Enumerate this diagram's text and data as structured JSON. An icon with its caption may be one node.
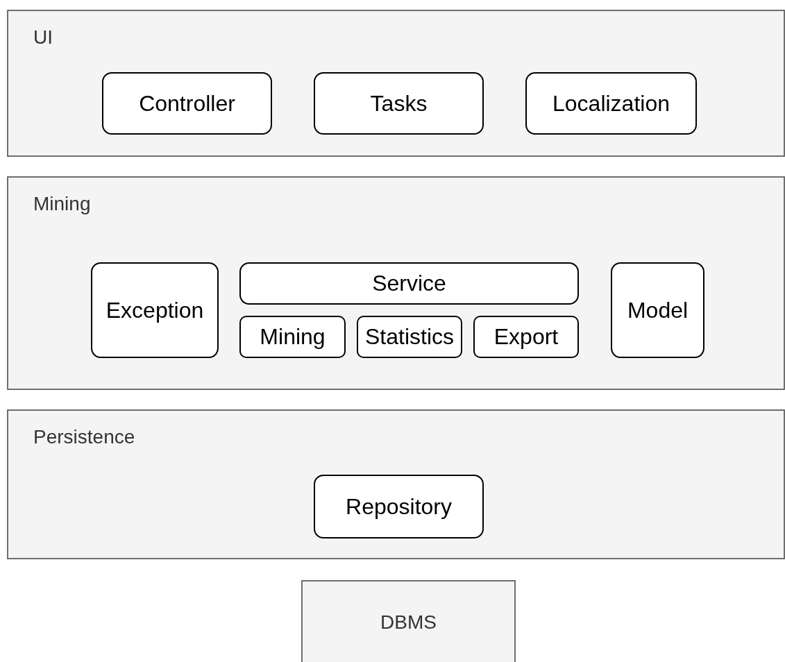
{
  "diagram": {
    "nodes": [
      {
        "text": [
          "UI"
        ]
      },
      {
        "text": [
          "Controller"
        ],
        "in": 0
      },
      {
        "text": [
          "Tasks"
        ],
        "in": 0
      },
      {
        "text": [
          "Localization"
        ],
        "in": 0
      },
      {
        "text": [
          "Mining"
        ]
      },
      {
        "text": [
          "Exception"
        ],
        "in": 4
      },
      {
        "text": [
          "Service"
        ],
        "in": 4
      },
      {
        "text": [
          "Mining"
        ],
        "in": 4
      },
      {
        "text": [
          "Statistics"
        ],
        "in": 4
      },
      {
        "text": [
          "Export"
        ],
        "in": 4
      },
      {
        "text": [
          "Model"
        ],
        "in": 4
      },
      {
        "text": [
          "Persistence"
        ]
      },
      {
        "text": [
          "Repository"
        ],
        "in": 11
      },
      {
        "text": [
          "DBMS"
        ]
      }
    ]
  }
}
